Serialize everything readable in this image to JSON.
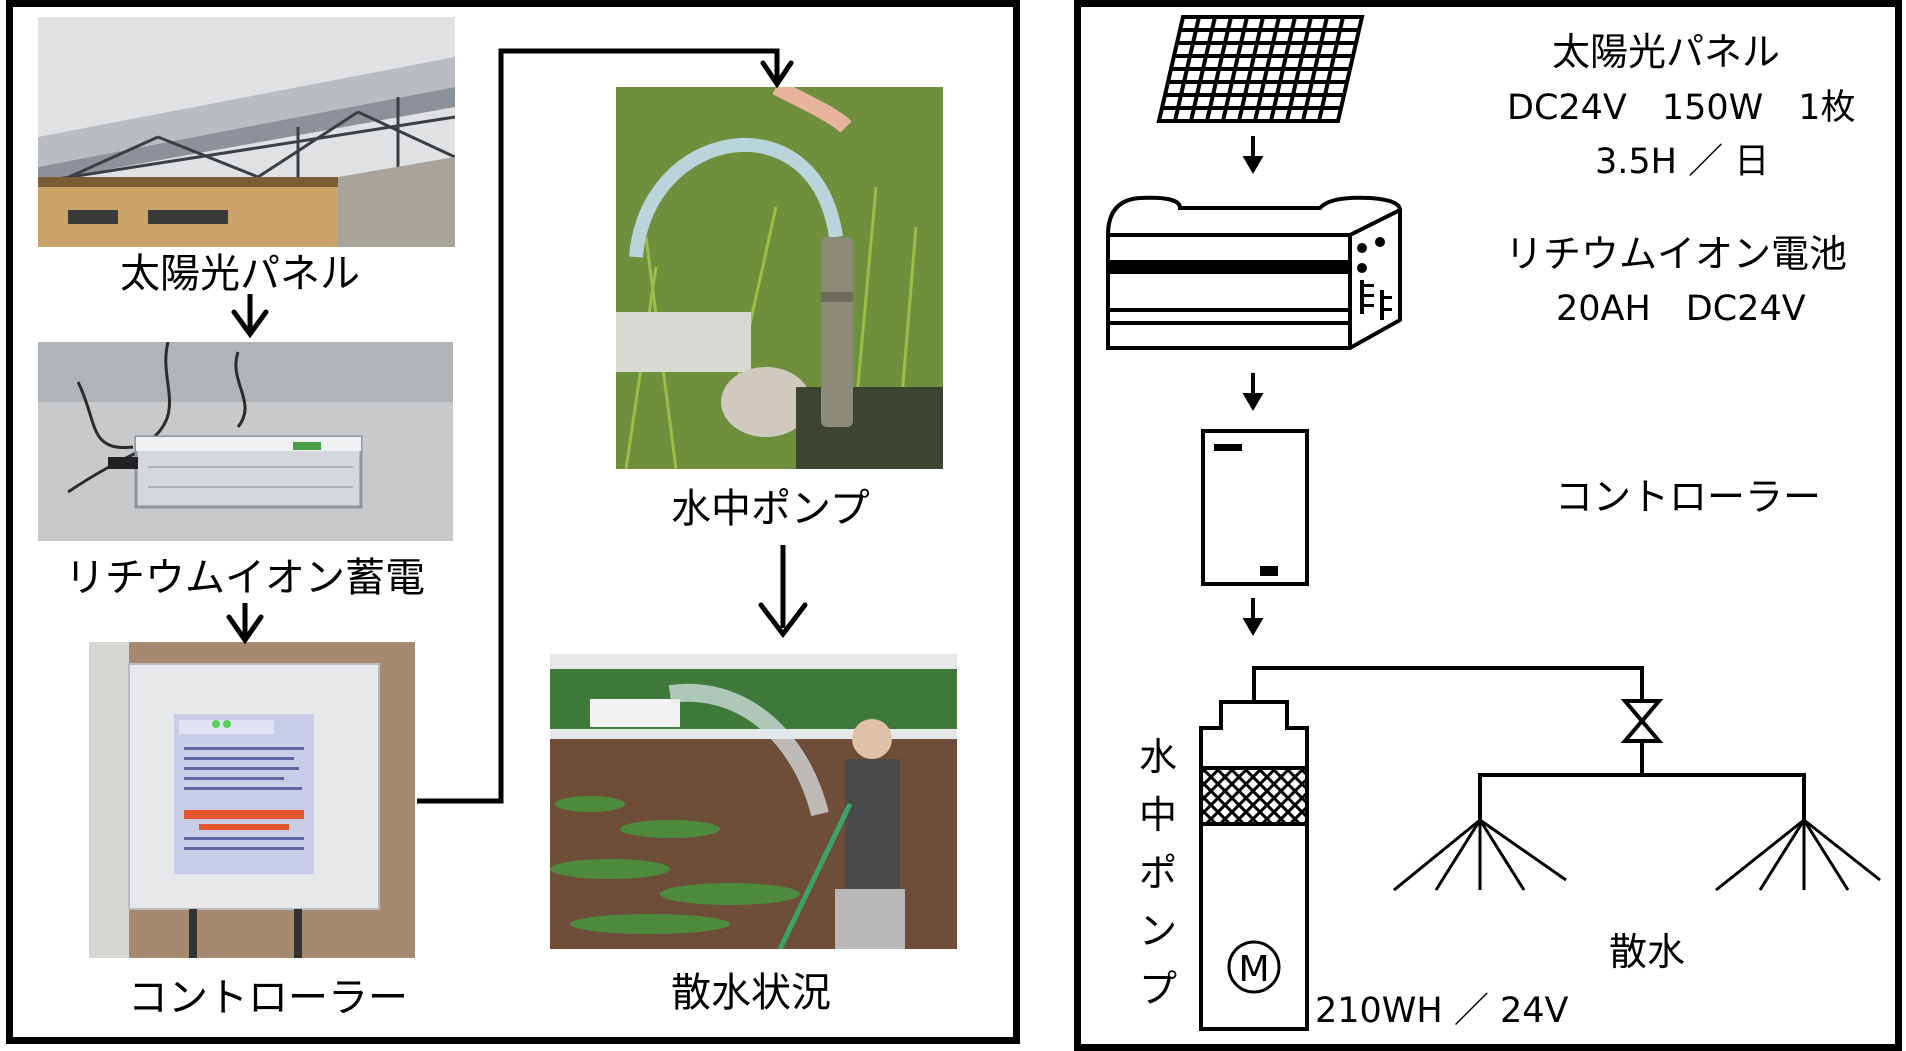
{
  "photo_flow": {
    "solar_panel_label": "太陽光パネル",
    "battery_label": "リチウムイオン蓄電",
    "controller_label": "コントローラー",
    "pump_label": "水中ポンプ",
    "sprinkling_label": "散水状況"
  },
  "schematic": {
    "solar_panel": {
      "title": "太陽光パネル",
      "spec_line1": "DC24V　150W　1枚",
      "spec_line2": "3.5H ／ 日"
    },
    "battery": {
      "title": "リチウムイオン電池",
      "spec": "20AH　DC24V"
    },
    "controller": {
      "title": "コントローラー"
    },
    "pump": {
      "title_chars": [
        "水",
        "中",
        "ポ",
        "ン",
        "プ"
      ],
      "motor_symbol": "M",
      "spec": "210WH ／ 24V"
    },
    "sprinkler": {
      "title": "散水"
    }
  },
  "colors": {
    "border": "#000000",
    "background": "#ffffff"
  },
  "icons": [
    "solar-panel-icon",
    "battery-icon",
    "controller-icon",
    "pump-icon",
    "motor-icon",
    "valve-icon",
    "sprinkler-icon",
    "arrow-down-icon"
  ]
}
